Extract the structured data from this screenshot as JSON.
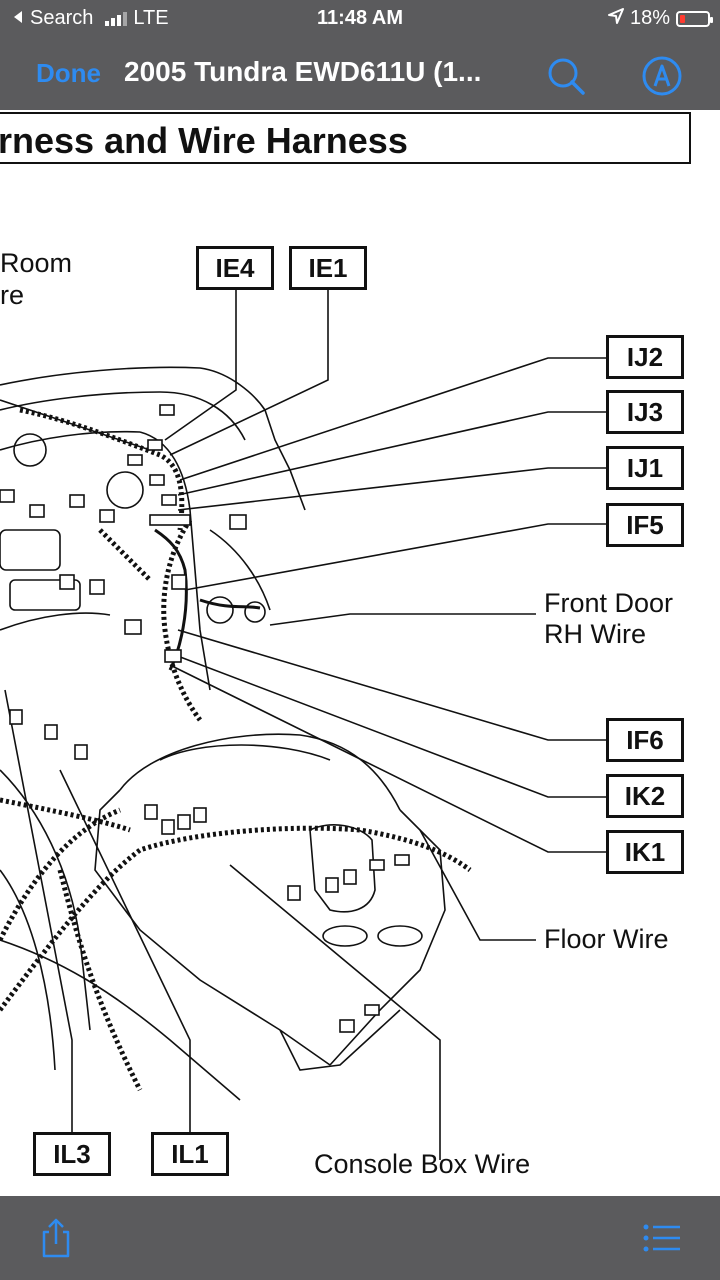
{
  "status_bar": {
    "back_label": "Search",
    "network": "LTE",
    "time": "11:48 AM",
    "battery_percent": "18%",
    "battery_level": 0.18,
    "battery_color": "#ff3b30"
  },
  "nav": {
    "done_label": "Done",
    "title": "2005 Tundra EWD611U (1...",
    "accent": "#2e8bf0",
    "icons": [
      "search-icon",
      "markup-icon"
    ]
  },
  "document": {
    "header": "rness and Wire Harness",
    "connector_tags": [
      "IE4",
      "IE1",
      "IJ2",
      "IJ3",
      "IJ1",
      "IF5",
      "IF6",
      "IK2",
      "IK1",
      "IL3",
      "IL1"
    ],
    "labels": {
      "room_line1": "Room",
      "room_line2": "re",
      "front_door_line1": "Front Door",
      "front_door_line2": "RH Wire",
      "floor_wire": "Floor Wire",
      "console_box_wire": "Console Box Wire"
    }
  },
  "toolbar": {
    "icons": [
      "share-icon",
      "list-icon"
    ]
  }
}
